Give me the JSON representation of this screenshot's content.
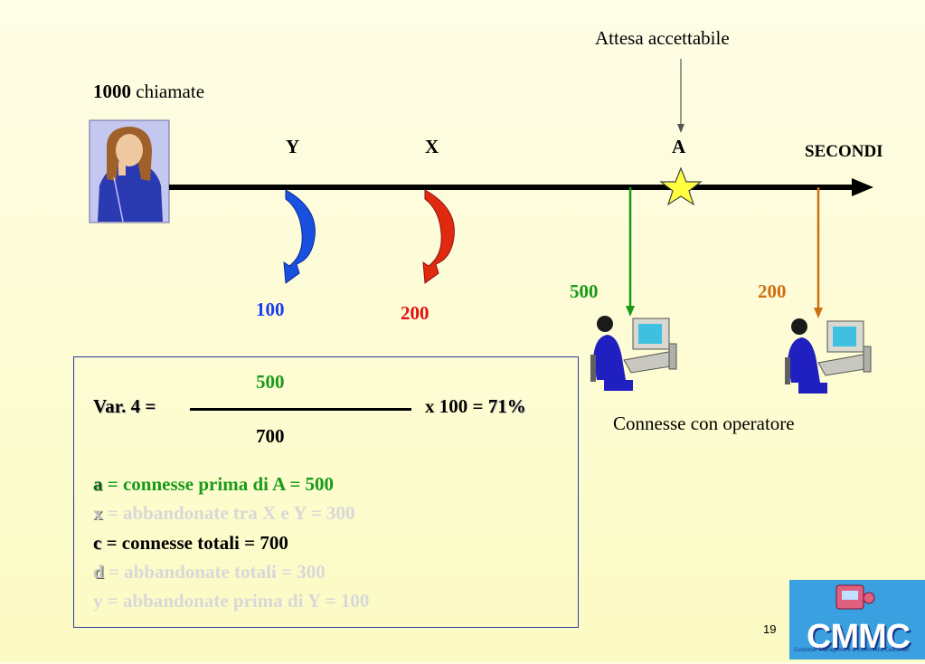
{
  "header": {
    "calls_count": "1000",
    "calls_label": " chiamate",
    "attesa_label": "Attesa accettabile"
  },
  "axis": {
    "y_label": "Y",
    "x_label": "X",
    "a_label": "A",
    "secondi_label": "SECONDI"
  },
  "counts": {
    "abandoned_y": "100",
    "abandoned_x": "200",
    "connected_before_a": "500",
    "connected_after_a": "200"
  },
  "operator_label": "Connesse con operatore",
  "formula": {
    "var_label": "Var. 4 =",
    "numerator": "500",
    "denominator": "700",
    "times_label": "x 100 = ",
    "result": "71%"
  },
  "legend": {
    "a_key": "a",
    "a_text": " = connesse prima di A = 500",
    "x_key": "x",
    "x_text": " = abbandonate tra X e Y = 300",
    "c_key": "c",
    "c_text": " = connesse totali = 700",
    "d_key": "d",
    "d_text": " = abbandonate totali = 300",
    "y_text": "y = abbandonate prima di Y = 100"
  },
  "footer": {
    "page_number": "19",
    "logo_text": "CMMC",
    "logo_subtitle": "Customer Management & Multimedia Callcenter"
  },
  "colors": {
    "blue": "#1a3cf0",
    "red": "#e01010",
    "green": "#1a9a1a",
    "orange": "#d07010"
  }
}
